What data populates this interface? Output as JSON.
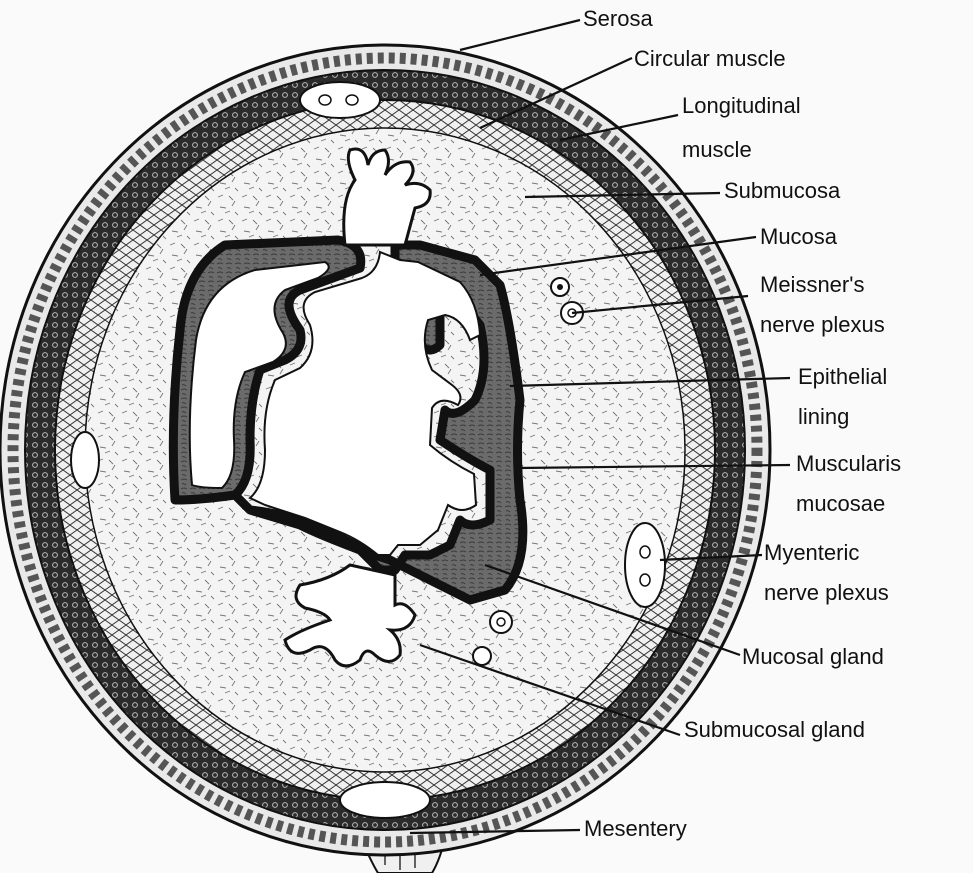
{
  "colors": {
    "background": "#fafafa",
    "ink": "#111111",
    "muscle_fill": "#2b2b2b",
    "mucosa_fill": "#6b6b6b",
    "submucosa_fill": "#f4f4f4"
  },
  "labels": {
    "serosa": "Serosa",
    "circular_muscle": "Circular muscle",
    "longitudinal_muscle": [
      "Longitudinal",
      "muscle"
    ],
    "submucosa": "Submucosa",
    "mucosa": "Mucosa",
    "meissners_plexus": [
      "Meissner's",
      "nerve plexus"
    ],
    "epithelial_lining": [
      "Epithelial",
      "lining"
    ],
    "muscularis_mucosae": [
      "Muscularis",
      "mucosae"
    ],
    "myenteric_plexus": [
      "Myenteric",
      "nerve plexus"
    ],
    "mucosal_gland": "Mucosal gland",
    "submucosal_gland": "Submucosal gland",
    "mesentery": "Mesentery"
  }
}
